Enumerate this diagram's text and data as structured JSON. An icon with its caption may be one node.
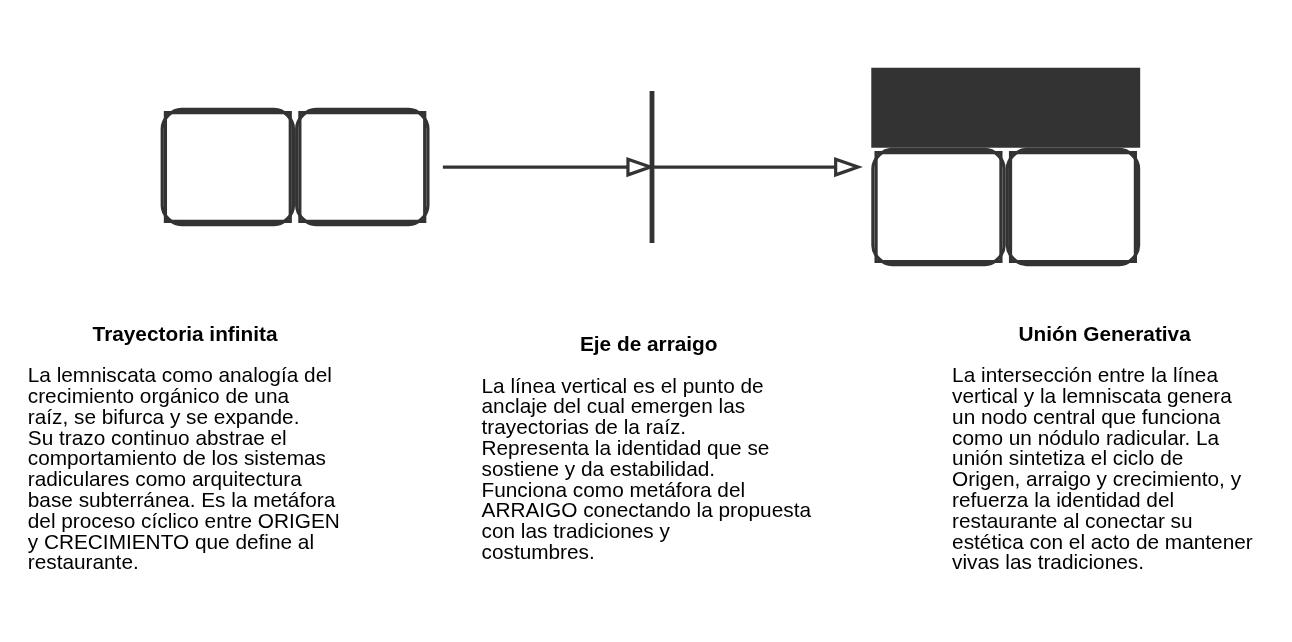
{
  "diagram": {
    "nodes": [
      {
        "text": [],
        "shape": "lemniscate",
        "beside": [
          "Trayectoria infinita",
          "La lemniscata como analogía del crecimiento orgánico de una raíz, se bifurca y se expande. Su trazo continuo abstrae el comportamiento de los sistemas radiculares como arquitectura base subterránea. Es la metáfora del proceso cíclico entre ORIGEN y CRECIMIENTO que define al restaurante."
        ]
      },
      {
        "text": [],
        "shape": "line",
        "beside": [
          "Eje de arraigo",
          "La línea vertical es el punto de anclaje del cual emergen las trayectorias de la raíz. Representa la identidad que se sostiene y da estabilidad. Funciona como metáfora del ARRAIGO conectando la propuesta con las tradiciones y costumbres."
        ]
      },
      {
        "text": [],
        "shape": "lemniscate",
        "beside": [
          "Unión Generativa",
          "La intersección entre la línea vertical y la lemniscata genera un nodo central que funciona como un nódulo radicular. La unión sintetiza el ciclo de Origen, arraigo y crecimiento, y refuerza la identidad del restaurante al conectar su estética con el acto de mantener vivas las tradiciones."
        ]
      }
    ],
    "edges": [
      {
        "from": 0,
        "to": 1,
        "arrow": "to"
      },
      {
        "from": 1,
        "to": 2,
        "arrow": "to"
      }
    ]
  }
}
